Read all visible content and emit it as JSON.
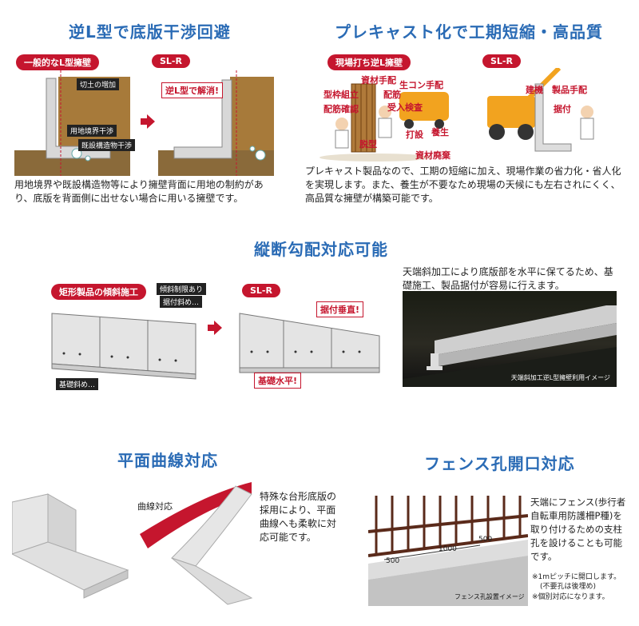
{
  "section1": {
    "title": "逆L型で底版干渉回避",
    "left_pill": "一般的なL型擁壁",
    "right_pill": "SL-R",
    "tag_cut": "切土の増加",
    "tag_boundary": "用地境界干渉",
    "tag_existing": "既設構造物干渉",
    "solved": "逆L型で解消!",
    "desc": "用地境界や既設構造物等により擁壁背面に用地の制約があり、底版を背面側に出せない場合に用いる擁壁です。"
  },
  "section2": {
    "title": "プレキャスト化で工期短縮・高品質",
    "left_pill": "現場打ち逆L擁壁",
    "right_pill": "SL-R",
    "words": [
      "資材手配",
      "型枠組立",
      "配筋",
      "生コン手配",
      "受入検査",
      "配筋確認",
      "打設",
      "養生",
      "脱型",
      "資材廃棄"
    ],
    "words_right": [
      "建機",
      "製品手配",
      "据付"
    ],
    "desc": "プレキャスト製品なので、工期の短縮に加え、現場作業の省力化・省人化を実現します。また、養生が不要なため現場の天候にも左右されにくく、高品質な擁壁が構築可能です。"
  },
  "section3": {
    "title": "縦断勾配対応可能",
    "left_pill": "矩形製品の傾斜施工",
    "right_pill": "SL-R",
    "tag_slope_limit": "傾斜制限あり",
    "tag_install_slope": "据付斜め…",
    "tag_base_slope": "基礎斜め…",
    "vertical": "据付垂直!",
    "level": "基礎水平!",
    "desc": "天端斜加工により底版部を水平に保てるため、基礎施工、製品据付が容易に行えます。",
    "photo_caption": "天端斜加工逆L型擁壁利用イメージ"
  },
  "section4": {
    "title": "平面曲線対応",
    "curve_label": "曲線対応",
    "desc": "特殊な台形底版の採用により、平面曲線へも柔軟に対応可能です。"
  },
  "section5": {
    "title": "フェンス孔開口対応",
    "desc": "天端にフェンス(歩行者自転車用防護柵P種)を取り付けるための支柱孔を設けることも可能です。",
    "dims": [
      "500",
      "1000",
      "500"
    ],
    "photo_caption": "フェンス孔設置イメージ",
    "note1": "※1mピッチに開口します。",
    "note2": "(不要孔は後埋め)",
    "note3": "※個別対応になります。"
  },
  "colors": {
    "accent": "#c5162e",
    "title": "#2a6bb5",
    "soil": "#a77a3a"
  }
}
